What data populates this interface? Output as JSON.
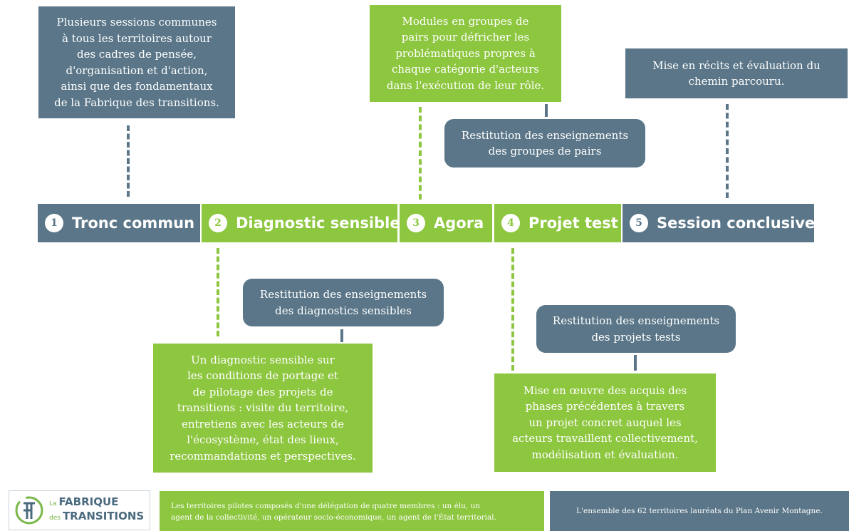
{
  "phases": [
    {
      "num": "1",
      "label": "Tronc commun"
    },
    {
      "num": "2",
      "label": "Diagnostic sensible"
    },
    {
      "num": "3",
      "label": "Agora"
    },
    {
      "num": "4",
      "label": "Projet test"
    },
    {
      "num": "5",
      "label": "Session conclusive"
    }
  ],
  "top_boxes": {
    "tronc": [
      "Plusieurs sessions communes",
      "à tous les territoires autour",
      "des cadres de pensée,",
      "d'organisation et d'action,",
      "ainsi que des fondamentaux",
      "de la Fabrique des transitions."
    ],
    "modules": [
      "Modules en groupes de",
      "pairs pour défricher les",
      "problématiques propres à",
      "chaque catégorie d'acteurs",
      "dans l'exécution de leur rôle."
    ],
    "restitution_pairs": [
      "Restitution des enseignements",
      "des groupes de pairs"
    ],
    "recits": [
      "Mise en récits et évaluation du",
      "chemin parcouru."
    ]
  },
  "bottom_boxes": {
    "restitution_diag": [
      "Restitution des enseignements",
      "des diagnostics sensibles"
    ],
    "diagnostic": [
      "Un diagnostic sensible sur",
      "les conditions de portage et",
      "de pilotage des projets de",
      "transitions : visite du territoire,",
      "entretiens avec les acteurs de",
      "l'écosystème, état des lieux,",
      "recommandations et perspectives."
    ],
    "restitution_tests": [
      "Restitution des enseignements",
      "des projets tests"
    ],
    "projet": [
      "Mise en œuvre des acquis des",
      "phases précédentes à travers",
      "un projet concret auquel les",
      "acteurs travaillent collectivement,",
      "modélisation et évaluation."
    ]
  },
  "footer": {
    "logo": {
      "la": "La",
      "fabrique": "FABRIQUE",
      "des": "des",
      "transitions": "TRANSITIONS"
    },
    "green_text": [
      "Les territoires pilotes composés d'une délégation de quatre membres : un élu, un",
      "agent de la collectivité, un opérateur socio-économique, un agent de l'État territorial."
    ],
    "slate_text": "L'ensemble des 62 territoires lauréats du Plan Avenir Montagne."
  },
  "colors": {
    "slate": "#5a7688",
    "green": "#8dc63f"
  }
}
